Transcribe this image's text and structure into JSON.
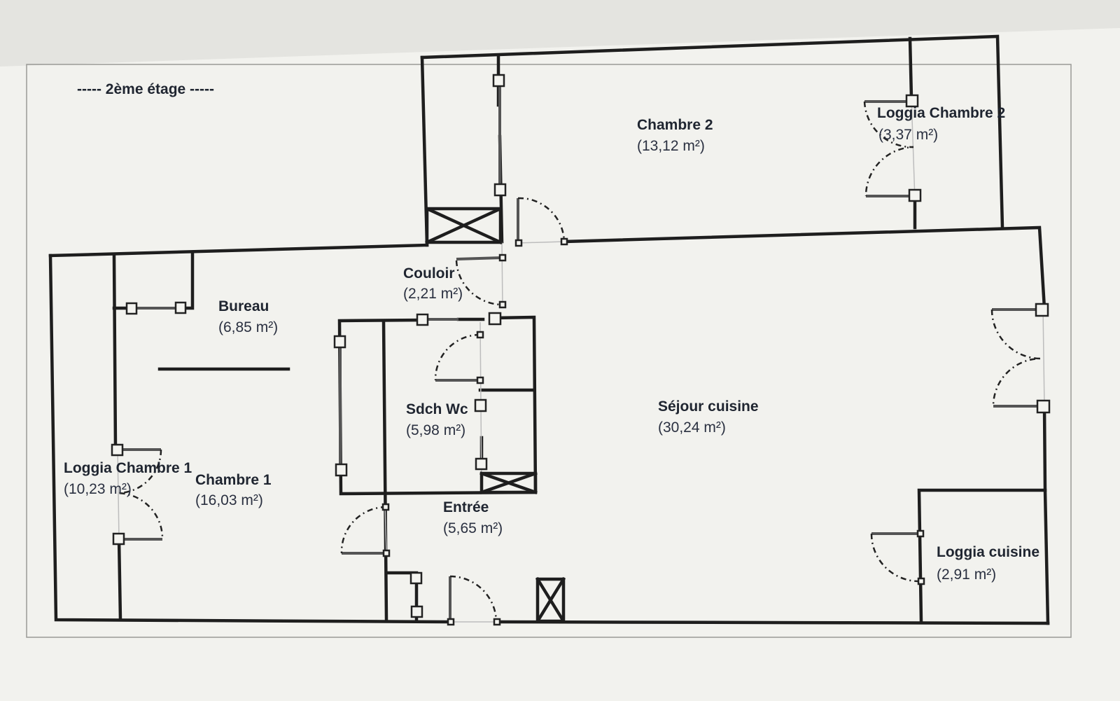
{
  "plan": {
    "title": "----- 2ème étage -----",
    "rooms": {
      "chambre2": {
        "name": "Chambre 2",
        "area": "(13,12 m²)"
      },
      "loggia_chambre2": {
        "name": "Loggia Chambre 2",
        "area": "(3,37 m²)"
      },
      "couloir": {
        "name": "Couloir",
        "area": "(2,21 m²)"
      },
      "bureau": {
        "name": "Bureau",
        "area": "(6,85 m²)"
      },
      "sdch_wc": {
        "name": "Sdch Wc",
        "area": "(5,98 m²)"
      },
      "sejour_cuisine": {
        "name": "Séjour cuisine",
        "area": "(30,24 m²)"
      },
      "loggia_chambre1": {
        "name": "Loggia Chambre 1",
        "area": "(10,23 m²)"
      },
      "chambre1": {
        "name": "Chambre 1",
        "area": "(16,03 m²)"
      },
      "entree": {
        "name": "Entrée",
        "area": "(5,65 m²)"
      },
      "loggia_cuisine": {
        "name": "Loggia cuisine",
        "area": "(2,91 m²)"
      }
    }
  }
}
